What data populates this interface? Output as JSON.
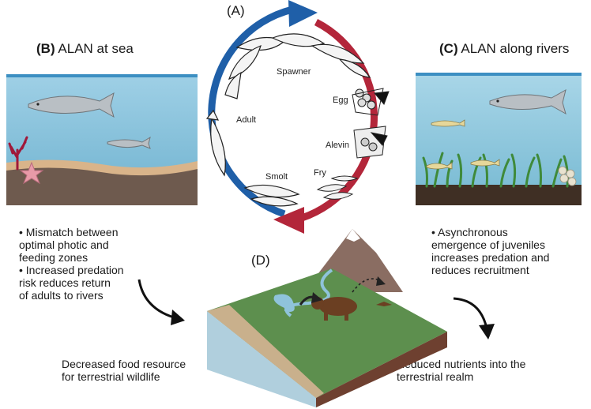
{
  "panel_a": {
    "label": "(A)",
    "stages": {
      "spawner": "Spawner",
      "egg": "Egg",
      "adult": "Adult",
      "alevin": "Alevin",
      "smolt": "Smolt",
      "fry": "Fry"
    },
    "colors": {
      "blue_arrow": "#1f5fa8",
      "red_arrow": "#b3263a"
    }
  },
  "panel_b": {
    "label": "(B)",
    "title": "ALAN at sea",
    "bullets": [
      "• Mismatch between",
      "optimal photic and",
      "feeding zones",
      "• Increased predation",
      "risk reduces return",
      "of adults to rivers"
    ],
    "caption": [
      "Decreased food resource",
      "for terrestrial wildlife"
    ]
  },
  "panel_c": {
    "label": "(C)",
    "title": "ALAN along rivers",
    "bullets": [
      "• Asynchronous",
      "emergence of juveniles",
      "increases predation and",
      "reduces recruitment"
    ],
    "caption": [
      "Reduced nutrients into the",
      "terrestrial realm"
    ]
  },
  "panel_d": {
    "label": "(D)"
  }
}
